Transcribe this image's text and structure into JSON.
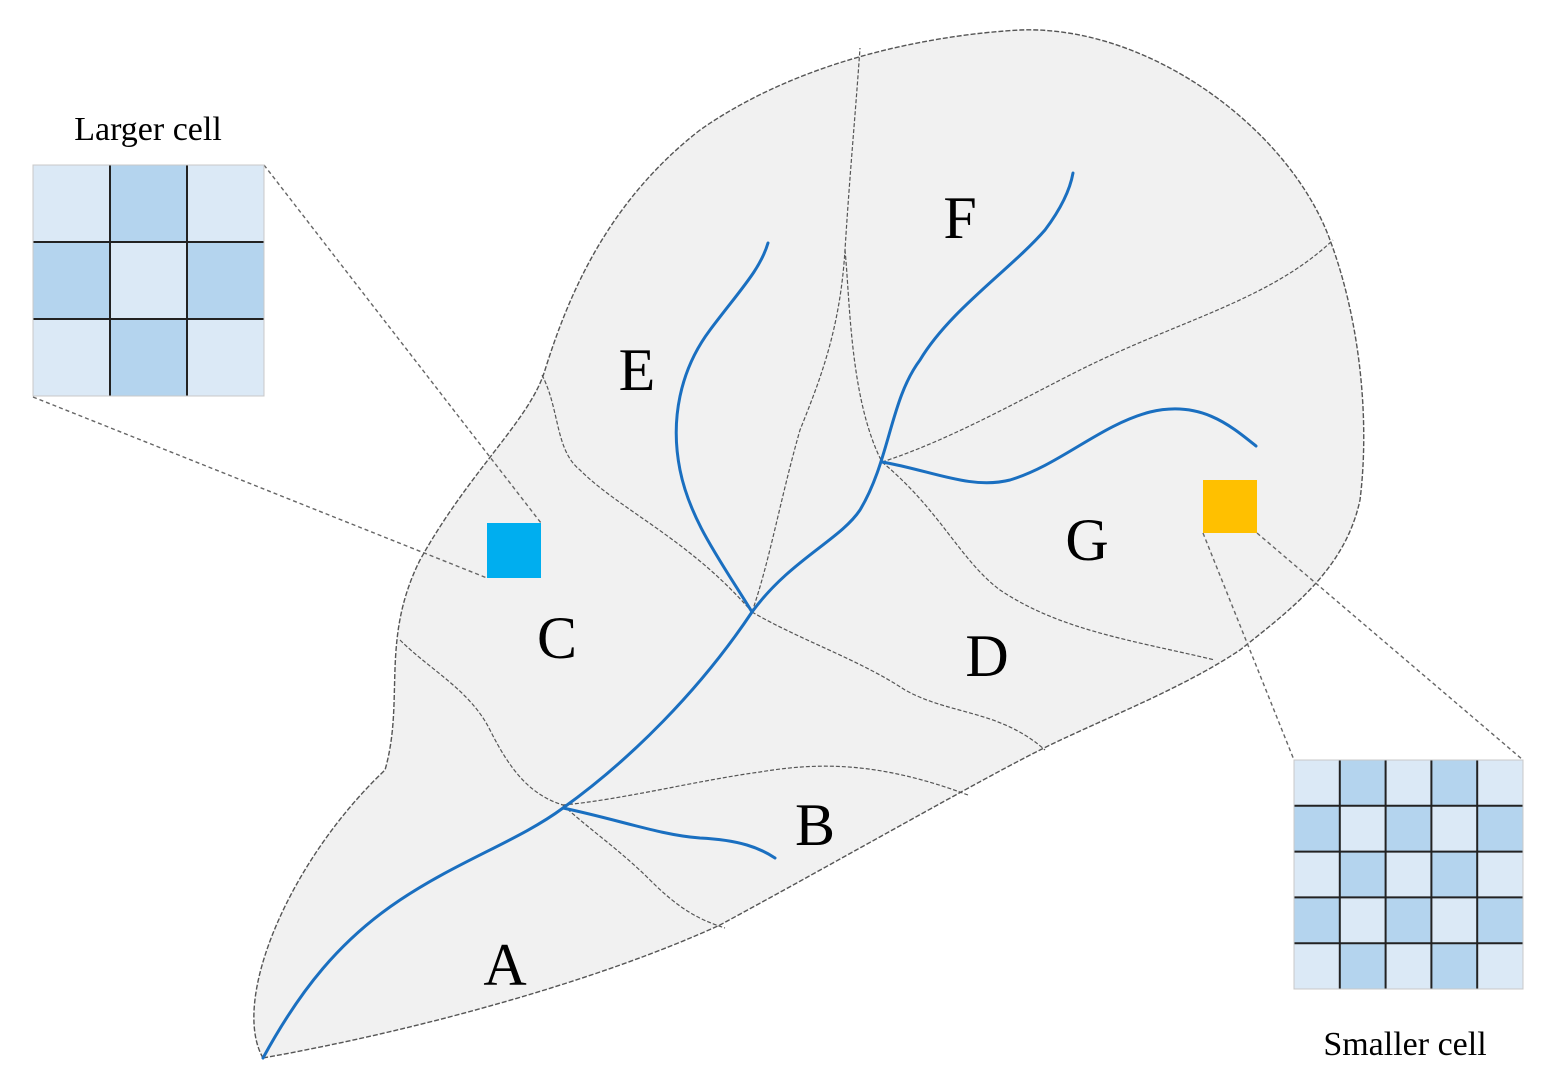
{
  "title": "",
  "regions": [
    {
      "id": "A",
      "label": "A"
    },
    {
      "id": "B",
      "label": "B"
    },
    {
      "id": "C",
      "label": "C"
    },
    {
      "id": "D",
      "label": "D"
    },
    {
      "id": "E",
      "label": "E"
    },
    {
      "id": "F",
      "label": "F"
    },
    {
      "id": "G",
      "label": "G"
    }
  ],
  "callouts": {
    "larger": {
      "caption": "Larger cell",
      "marker_color": "#00aeef",
      "grid_size": 3,
      "light_color": "#dbe9f6",
      "dark_color": "#b4d4ee",
      "pattern": [
        [
          0,
          1,
          0
        ],
        [
          1,
          0,
          1
        ],
        [
          0,
          1,
          0
        ]
      ]
    },
    "smaller": {
      "caption": "Smaller cell",
      "marker_color": "#ffc000",
      "grid_size": 5,
      "light_color": "#dbe9f6",
      "dark_color": "#b4d4ee",
      "pattern": [
        [
          0,
          1,
          0,
          1,
          0
        ],
        [
          1,
          0,
          1,
          0,
          1
        ],
        [
          0,
          1,
          0,
          1,
          0
        ],
        [
          1,
          0,
          1,
          0,
          1
        ],
        [
          0,
          1,
          0,
          1,
          0
        ]
      ]
    }
  },
  "colors": {
    "basin_fill": "#f1f1f1",
    "river": "#1a6fc0",
    "divide": "#555555"
  }
}
